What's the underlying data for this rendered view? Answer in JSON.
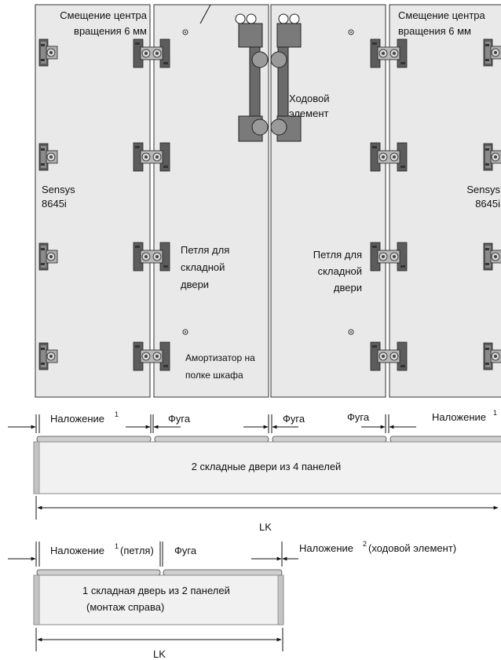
{
  "top_view": {
    "offset_left": {
      "line1": "Смещение центра",
      "line2": "вращения 6 мм"
    },
    "offset_right": {
      "line1": "Смещение центра",
      "line2": "вращения 6 мм"
    },
    "running_element": {
      "line1": "Ходовой",
      "line2": "элемент"
    },
    "hinge_left": {
      "name": "Sensys",
      "model": "8645i"
    },
    "hinge_right": {
      "name": "Sensys",
      "model": "8645i"
    },
    "fold_hinge_left": {
      "line1": "Петля для",
      "line2": "складной",
      "line3": "двери"
    },
    "fold_hinge_right": {
      "line1": "Петля для",
      "line2": "складной",
      "line3": "двери"
    },
    "damper": {
      "line1": "Амортизатор на",
      "line2": "полке шкафа"
    }
  },
  "section_4": {
    "overlay_left": "Наложение",
    "overlay_left_sup": "1",
    "gap_1": "Фуга",
    "gap_2": "Фуга",
    "gap_3": "Фуга",
    "overlay_right": "Наложение",
    "overlay_right_sup": "1",
    "caption": "2 складные двери из 4 панелей",
    "length_label": "LK"
  },
  "section_2": {
    "overlay_left": "Наложение",
    "overlay_left_sup": "1",
    "overlay_left_note": "(петля)",
    "gap": "Фуга",
    "overlay_right": "Наложение",
    "overlay_right_sup": "2",
    "overlay_right_note": "(ходовой элемент)",
    "caption_line1": "1 складная дверь из 2 панелей",
    "caption_line2": "(монтаж справа)",
    "length_label": "LK"
  }
}
